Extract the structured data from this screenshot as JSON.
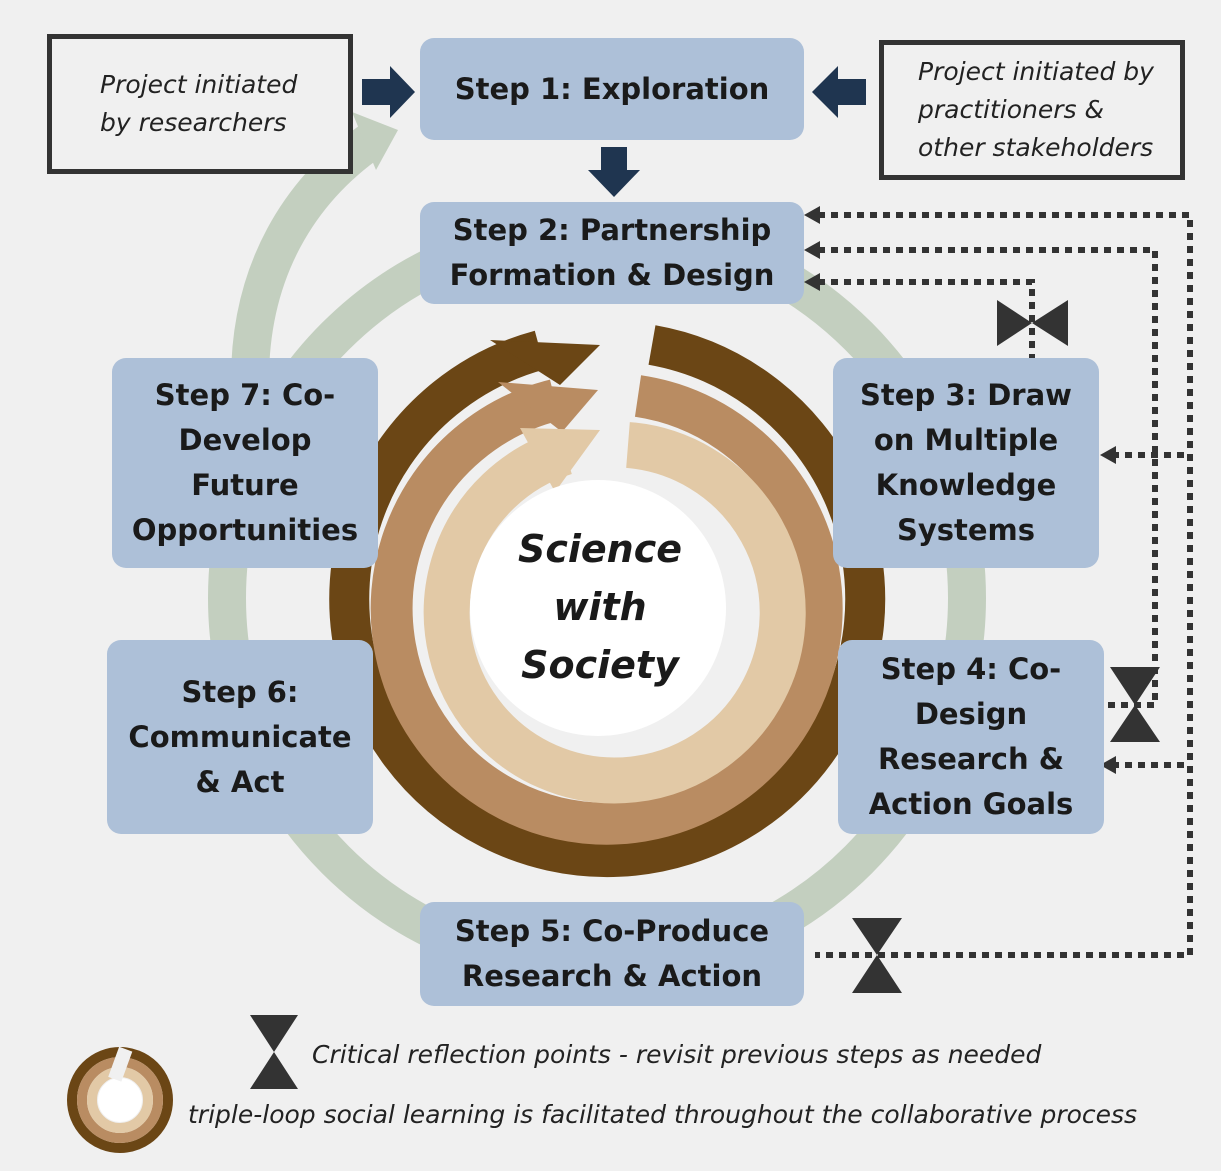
{
  "center_label": "Science\nwith\nSociety",
  "initiators": {
    "researchers": "Project initiated\nby researchers",
    "practitioners": "Project initiated by\npractitioners &\nother stakeholders"
  },
  "steps": [
    "Step 1: Exploration",
    "Step 2: Partnership\nFormation & Design",
    "Step 3: Draw\non Multiple\nKnowledge\nSystems",
    "Step 4: Co-\nDesign\nResearch &\nAction Goals",
    "Step 5: Co-Produce\nResearch & Action",
    "Step 6:\nCommunicate\n& Act",
    "Step 7: Co-\nDevelop\nFuture\nOpportunities"
  ],
  "legend": {
    "reflection": "Critical reflection points - revisit previous steps as needed",
    "loop": "triple-loop social learning is facilitated throughout the collaborative process"
  },
  "colors": {
    "step_box": "#adc0d8",
    "cycle_ring": "#c3cfbf",
    "loop_outer": "#6b4615",
    "loop_middle": "#b98c62",
    "loop_inner": "#e2c9a6",
    "arrow_navy": "#1f3550",
    "dotted": "#333333"
  }
}
